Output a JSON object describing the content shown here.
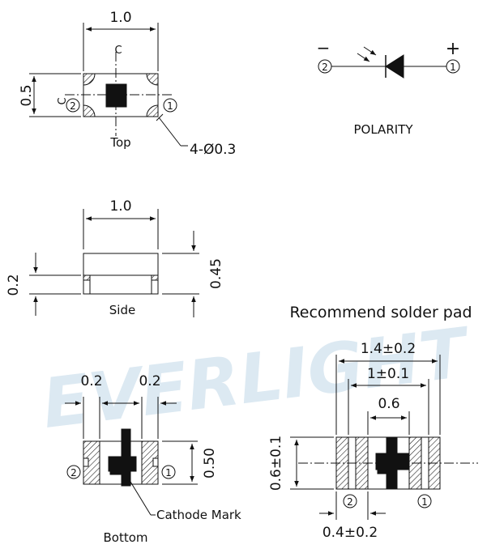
{
  "watermark": {
    "text": "EVERLIGHT",
    "color": "#dce9f2"
  },
  "ink_color": "#111111",
  "top_view": {
    "width_dim": "1.0",
    "height_dim": "0.5",
    "centerline_mark": "C",
    "pin_left": "2",
    "pin_right": "1",
    "view_label": "Top",
    "hole_callout": "4-Ø0.3"
  },
  "polarity": {
    "minus_sign": "−",
    "plus_sign": "+",
    "pin_left": "2",
    "pin_right": "1",
    "label": "POLARITY",
    "symbol": "led-diode-icon"
  },
  "side_view": {
    "width_dim": "1.0",
    "pad_dim": "0.2",
    "total_height_dim": "0.45",
    "view_label": "Side"
  },
  "bottom_view": {
    "left_pad_dim": "0.2",
    "right_pad_dim": "0.2",
    "height_dim": "0.50",
    "pin_left": "2",
    "pin_right": "1",
    "cathode_label": "Cathode Mark",
    "view_label": "Bottom"
  },
  "solder_pad": {
    "title": "Recommend solder pad",
    "overall_width_dim": "1.4±0.2",
    "inner_width_dim": "1±0.1",
    "center_width_dim": "0.6",
    "height_dim": "0.6±0.1",
    "pad_width_dim": "0.4±0.2",
    "pin_left": "2",
    "pin_right": "1"
  }
}
